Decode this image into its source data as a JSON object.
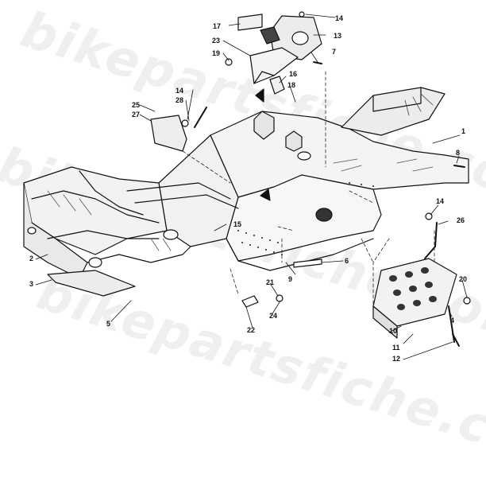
{
  "watermark": "bikepartsfiche.com",
  "callouts": [
    {
      "id": "c1",
      "label": "1"
    },
    {
      "id": "c2",
      "label": "2"
    },
    {
      "id": "c3",
      "label": "3"
    },
    {
      "id": "c4",
      "label": "4"
    },
    {
      "id": "c5",
      "label": "5"
    },
    {
      "id": "c6",
      "label": "6"
    },
    {
      "id": "c7",
      "label": "7"
    },
    {
      "id": "c8",
      "label": "8"
    },
    {
      "id": "c9",
      "label": "9"
    },
    {
      "id": "c10",
      "label": "10"
    },
    {
      "id": "c11",
      "label": "11"
    },
    {
      "id": "c12",
      "label": "12"
    },
    {
      "id": "c13",
      "label": "13"
    },
    {
      "id": "c14a",
      "label": "14"
    },
    {
      "id": "c14b",
      "label": "14"
    },
    {
      "id": "c14c",
      "label": "14"
    },
    {
      "id": "c15",
      "label": "15"
    },
    {
      "id": "c16",
      "label": "16"
    },
    {
      "id": "c17",
      "label": "17"
    },
    {
      "id": "c18",
      "label": "18"
    },
    {
      "id": "c19",
      "label": "19"
    },
    {
      "id": "c20",
      "label": "20"
    },
    {
      "id": "c21",
      "label": "21"
    },
    {
      "id": "c22",
      "label": "22"
    },
    {
      "id": "c23",
      "label": "23"
    },
    {
      "id": "c24",
      "label": "24"
    },
    {
      "id": "c25",
      "label": "25"
    },
    {
      "id": "c26",
      "label": "26"
    },
    {
      "id": "c27",
      "label": "27"
    },
    {
      "id": "c28",
      "label": "28"
    }
  ]
}
